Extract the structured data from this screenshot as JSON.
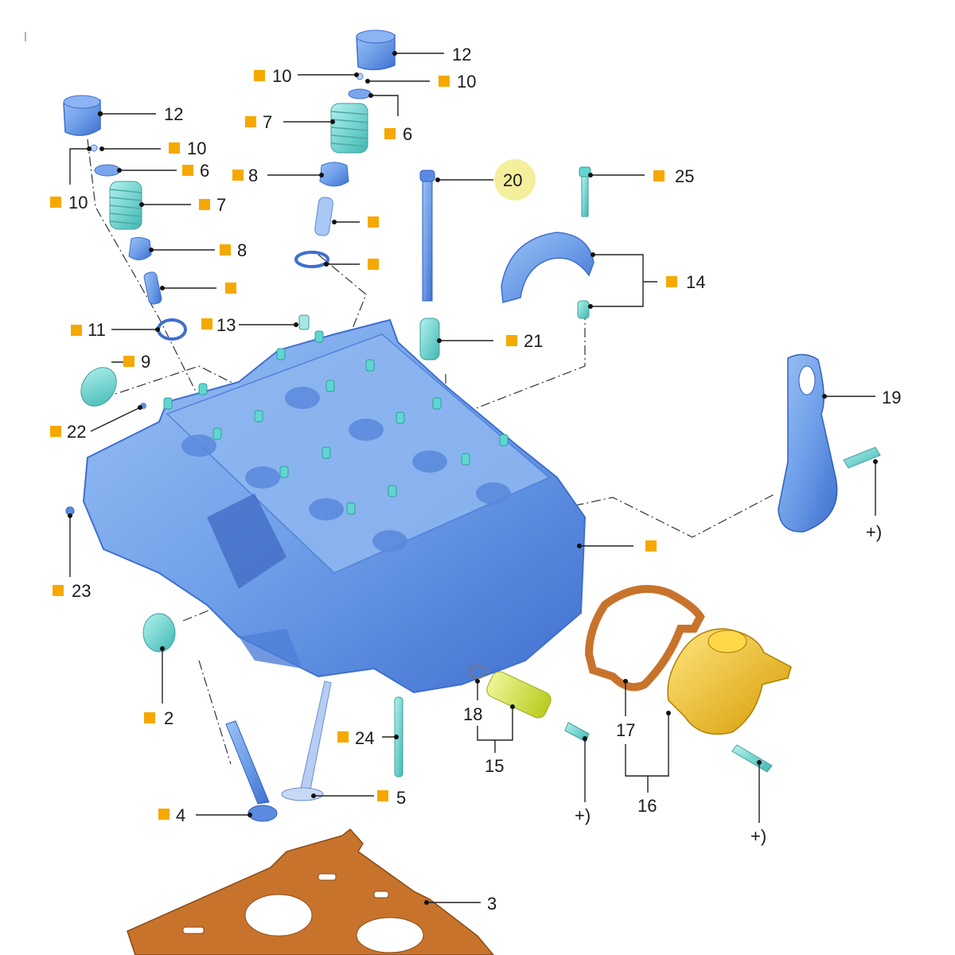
{
  "colors": {
    "part_blue": "#6f9fe8",
    "part_blue_dark": "#3f6fcf",
    "part_cyan": "#5fd6d2",
    "part_yellow": "#f2c21a",
    "part_lime": "#d6e84a",
    "gasket_orange": "#c8732c",
    "marker_orange": "#f5a800",
    "highlight_yellow": "#f3ef9c"
  },
  "callouts": {
    "c12a": "12",
    "c10a": "10",
    "c10b": "10",
    "c6a": "6",
    "c7a": "7",
    "c8a": "8",
    "c12b": "12",
    "c10c": "10",
    "c10d": "10",
    "c6b": "6",
    "c7b": "7",
    "c8b": "8",
    "c20": "20",
    "c25": "25",
    "c14": "14",
    "c11": "11",
    "c13": "13",
    "c9": "9",
    "c21": "21",
    "c22": "22",
    "c19": "19",
    "c23": "23",
    "c2": "2",
    "c24": "24",
    "c18": "18",
    "c15": "15",
    "c17": "17",
    "c16": "16",
    "c5": "5",
    "c4": "4",
    "c3": "3",
    "plus1": "+)",
    "plus2": "+)",
    "plus3": "+)"
  }
}
